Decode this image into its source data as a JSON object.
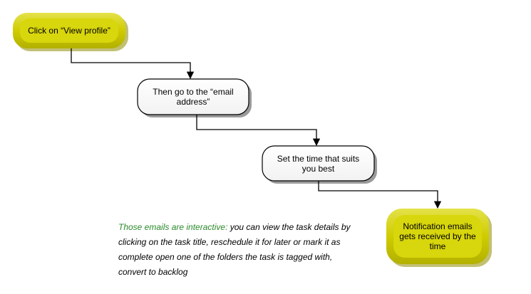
{
  "steps": [
    {
      "label": "Click on “View profile”"
    },
    {
      "label": "Then go to the “email\naddress”"
    },
    {
      "label": "Set the time that suits\nyou best"
    },
    {
      "label": "Notification emails\ngets received by the\ntime"
    }
  ],
  "note": {
    "lead": "Those emails are interactive:",
    "body": " you can view the task details by clicking on the task title, reschedule it for later or mark it as complete open one of the folders the task is tagged with, convert to backlog"
  },
  "colors": {
    "yellow_fill": "#cfcc00",
    "yellow_dark": "#a8a600",
    "white_fill": "#ffffff",
    "stroke": "#000000",
    "note_lead": "#2a8a2a"
  }
}
